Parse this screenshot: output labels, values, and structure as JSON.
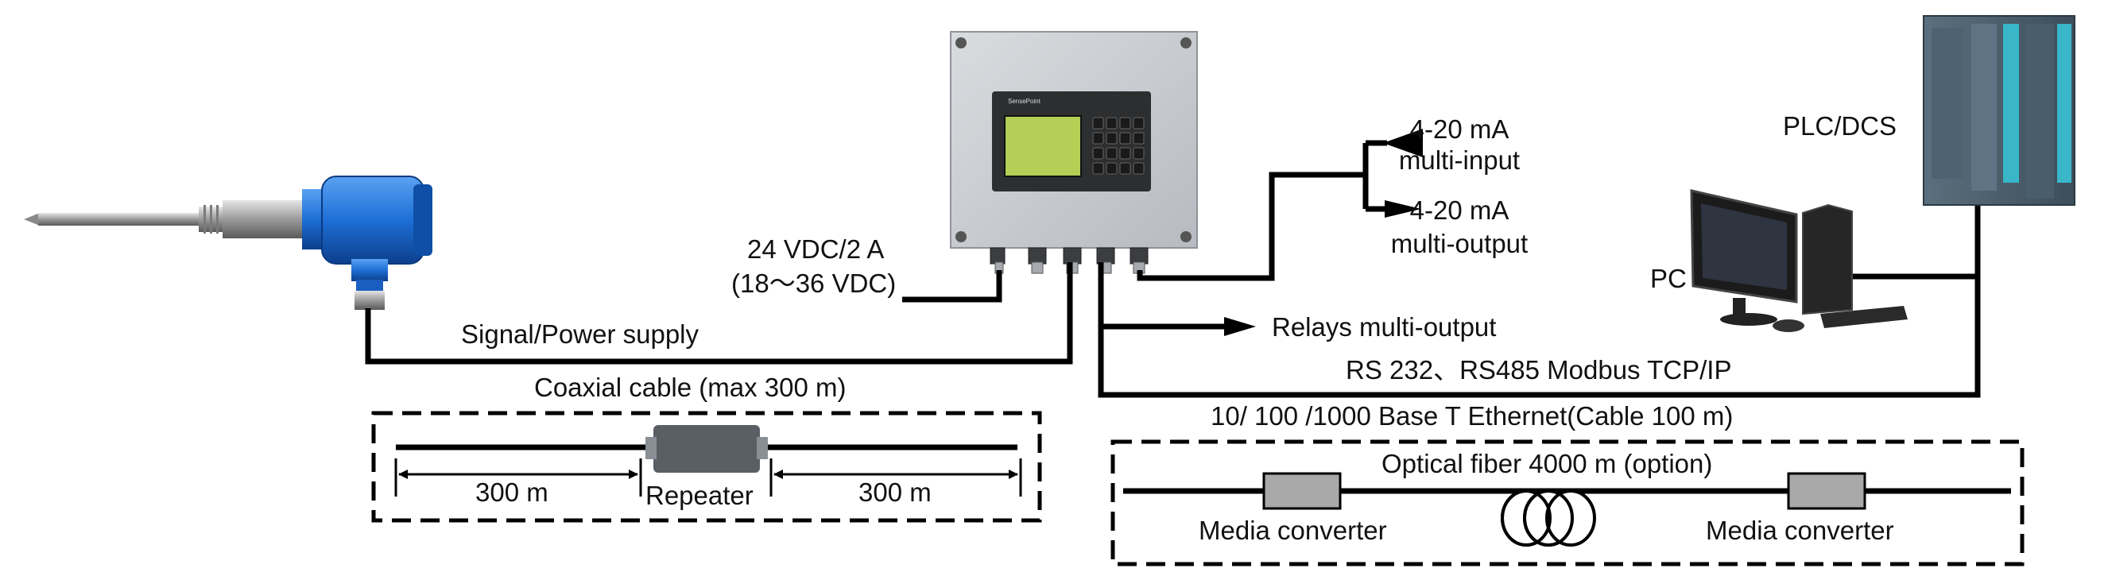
{
  "labels": {
    "power_main": "24 VDC/2 A",
    "power_range": "(18～36 VDC)",
    "signal_power": "Signal/Power supply",
    "coaxial": "Coaxial cable (max 300 m)",
    "left_distance": "300 m",
    "repeater": "Repeater",
    "right_distance": "300 m",
    "input_a": "4-20 mA",
    "input_b": "multi-input",
    "output_a": "4-20 mA",
    "output_b": "multi-output",
    "relays": "Relays multi-output",
    "plc": "PLC/DCS",
    "pc": "PC",
    "protocols": "RS 232、RS485 Modbus TCP/IP",
    "ethernet": "10/ 100 /1000 Base T Ethernet(Cable 100 m)",
    "optical": "Optical fiber 4000 m (option)",
    "media_left": "Media converter",
    "media_right": "Media converter",
    "brand": "SensePoint"
  },
  "icons": {
    "sensor": "level-sensor-probe-icon",
    "controller": "controller-unit-icon",
    "pc": "desktop-pc-icon",
    "plc": "plc-rack-icon",
    "repeater": "repeater-box-icon",
    "fiber": "fiber-coil-icon"
  },
  "colors": {
    "line": "#000000",
    "sensor_blue": "#1e6fd6",
    "controller_body": "#c9cdd2",
    "lcd": "#b3cf55",
    "plc_teal": "#39b7c9"
  }
}
